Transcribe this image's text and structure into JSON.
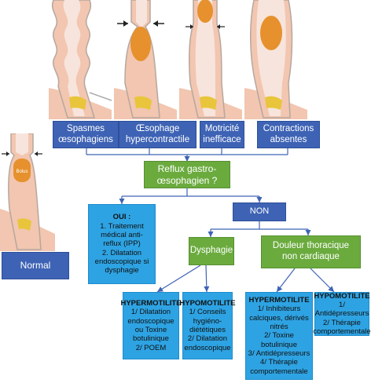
{
  "illustrations": [
    {
      "name": "spasm-illustration"
    },
    {
      "name": "hypercontractile-illustration"
    },
    {
      "name": "ineffective-illustration"
    },
    {
      "name": "absent-contractions-illustration"
    },
    {
      "name": "normal-illustration",
      "bolus_label": "Bolus"
    }
  ],
  "top_boxes": [
    {
      "label": "Spasmes\nœsophagiens"
    },
    {
      "label": "Œsophage\nhypercontractile"
    },
    {
      "label": "Motricité\ninefficace"
    },
    {
      "label": "Contractions\nabsentes"
    }
  ],
  "normal_label": "Normal",
  "reflux": "Reflux gastro-\nœsophagien ?",
  "oui": {
    "title": "OUI :",
    "body": "1. Traitement\nmédical anti-\nreflux (IPP)\n2. Dilatation\nendoscopique si\ndysphagie"
  },
  "non": "NON",
  "dysphagie": "Dysphagie",
  "douleur": "Douleur thoracique\nnon cardiaque",
  "leaves": [
    {
      "title": "HYPERMOTILITE",
      "body": "1/ Dilatation\nendoscopique\nou Toxine\nbotulinique\n2/ POEM"
    },
    {
      "title": "HYPOMOTILITE",
      "body": "1/ Conseils\nhygiéno-\ndiététiques\n2/ Dilatation\nendoscopique"
    },
    {
      "title": "HYPERMOTILITE",
      "body": "1/ Inhibiteurs\ncalciques, dérivés\nnitrés\n2/ Toxine\nbotulinique\n3/ Antidépresseurs\n4/ Thérapie\ncomportementale"
    },
    {
      "title": "HYPOMOTILITE",
      "body": "1/ Antidépresseurs\n2/ Thérapie\ncomportementale"
    }
  ],
  "colors": {
    "dark_blue": "#3e63b5",
    "green": "#6bab3e",
    "light_blue": "#2ea3e3",
    "tissue": "#f2c6b0",
    "bolus": "#e6912e"
  }
}
